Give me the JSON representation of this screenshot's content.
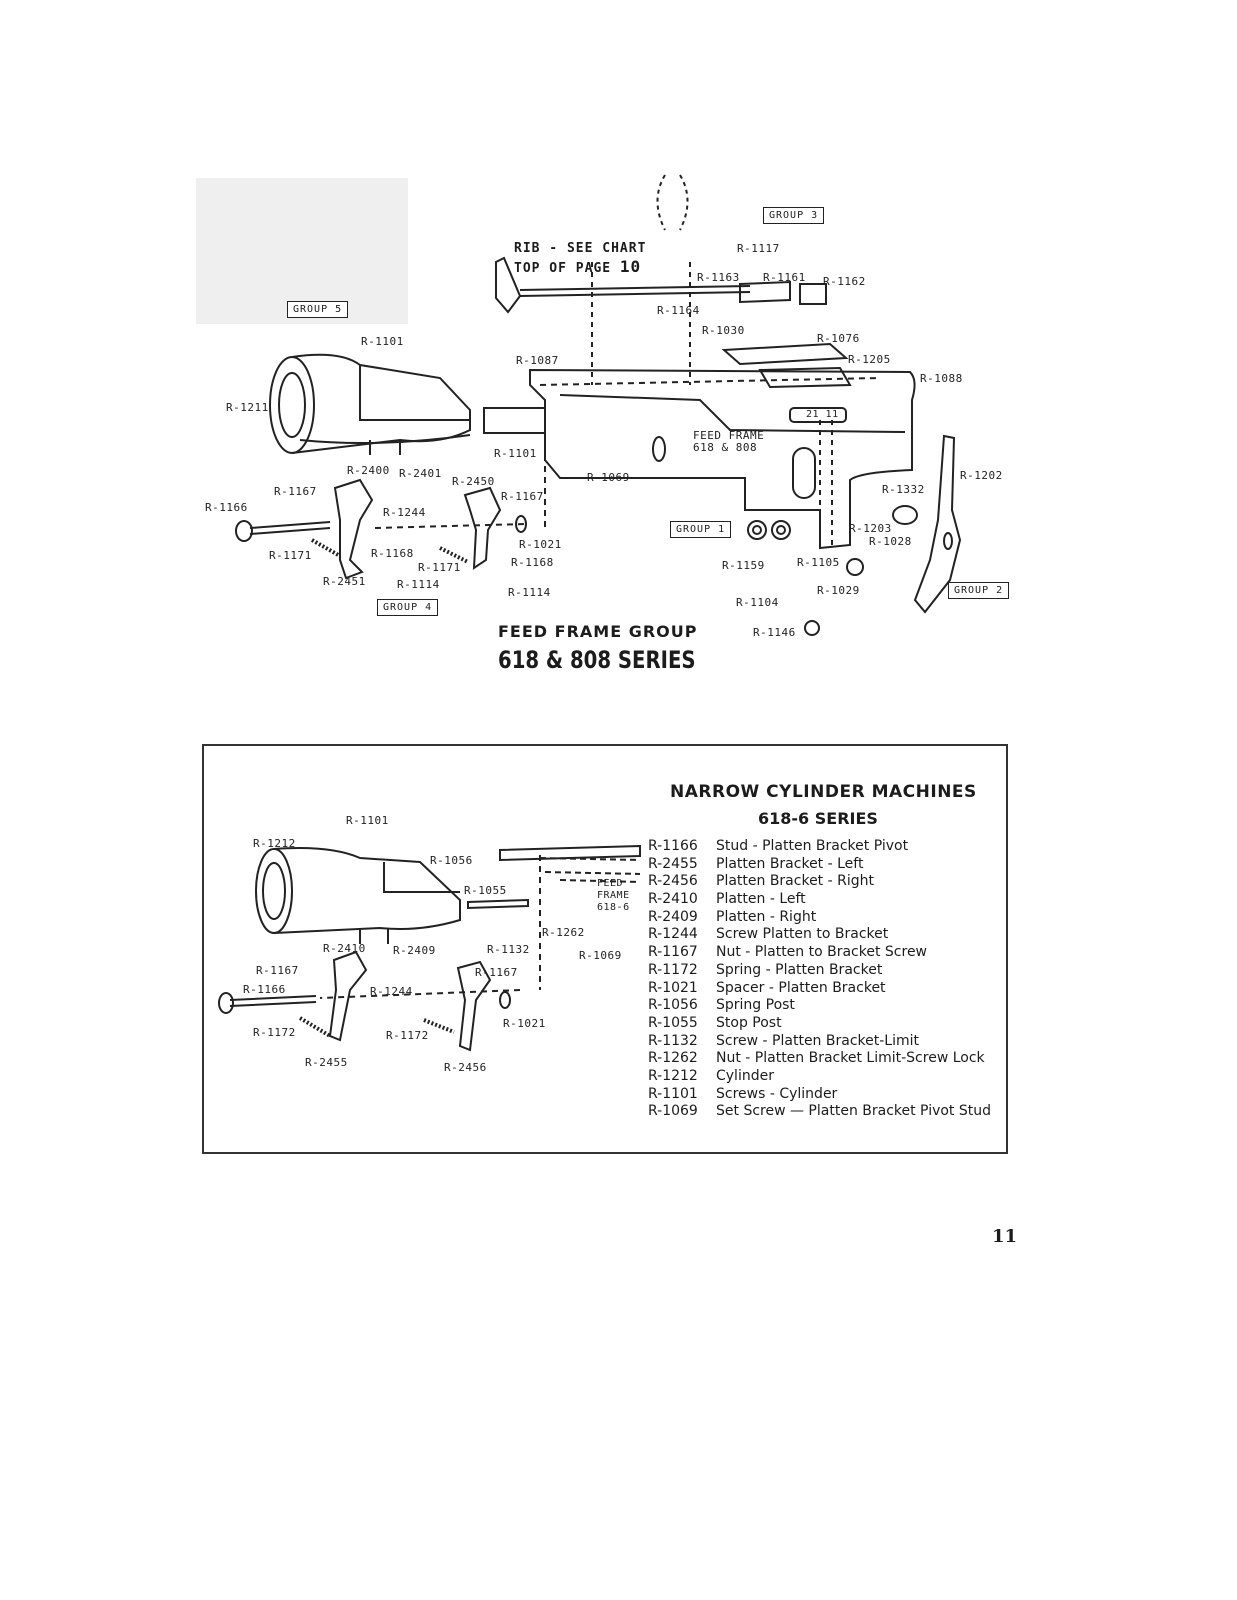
{
  "upper": {
    "rib_note": {
      "line1": "RIB - SEE CHART",
      "line2_prefix": "TOP OF PAGE ",
      "line2_page": "10"
    },
    "groups": [
      "GROUP 3",
      "GROUP 5",
      "GROUP 1",
      "GROUP 4",
      "GROUP 2"
    ],
    "feed_frame_label": {
      "line1": "FEED FRAME",
      "line2": "618 & 808"
    },
    "parts": [
      "R-1117",
      "R-1163",
      "R-1161",
      "R-1162",
      "R-1164",
      "R-1030",
      "R-1076",
      "R-1205",
      "R-1087",
      "R-1088",
      "R-1101",
      "R-1211",
      "R-1101",
      "R-1069",
      "R-2400",
      "R-2401",
      "R-2450",
      "R-1167",
      "R-1167",
      "R-1166",
      "R-1244",
      "R-1021",
      "R-1171",
      "R-1168",
      "R-1171",
      "R-1168",
      "R-2451",
      "R-1114",
      "R-1114",
      "R-1202",
      "R-1332",
      "R-1203",
      "R-1028",
      "R-1159",
      "R-1105",
      "R-1029",
      "R-1104",
      "R-1146"
    ],
    "title": "FEED FRAME GROUP",
    "series": "618 & 808 SERIES",
    "badge": "21 11"
  },
  "lower": {
    "title": "NARROW CYLINDER MACHINES",
    "subtitle": "618-6 SERIES",
    "feed_frame_label": {
      "line1": "FEED",
      "line2": "FRAME",
      "line3": "618-6"
    },
    "parts": [
      "R-1101",
      "R-1212",
      "R-1056",
      "R-1055",
      "R-1262",
      "R-1069",
      "R-2410",
      "R-2409",
      "R-1132",
      "R-1167",
      "R-1167",
      "R-1166",
      "R-1244",
      "R-1021",
      "R-1172",
      "R-1172",
      "R-2455",
      "R-2456"
    ],
    "legend": [
      {
        "part": "R-1166",
        "desc": "Stud - Platten Bracket Pivot"
      },
      {
        "part": "R-2455",
        "desc": "Platten Bracket - Left"
      },
      {
        "part": "R-2456",
        "desc": "Platten Bracket - Right"
      },
      {
        "part": "R-2410",
        "desc": "Platten - Left"
      },
      {
        "part": "R-2409",
        "desc": "Platten - Right"
      },
      {
        "part": "R-1244",
        "desc": "Screw Platten to Bracket"
      },
      {
        "part": "R-1167",
        "desc": "Nut - Platten to Bracket Screw"
      },
      {
        "part": "R-1172",
        "desc": "Spring - Platten Bracket"
      },
      {
        "part": "R-1021",
        "desc": "Spacer - Platten Bracket"
      },
      {
        "part": "R-1056",
        "desc": "Spring Post"
      },
      {
        "part": "R-1055",
        "desc": "Stop Post"
      },
      {
        "part": "R-1132",
        "desc": "Screw - Platten Bracket-Limit"
      },
      {
        "part": "R-1262",
        "desc": "Nut - Platten Bracket Limit-Screw Lock"
      },
      {
        "part": "R-1212",
        "desc": "Cylinder"
      },
      {
        "part": "R-1101",
        "desc": "Screws - Cylinder"
      },
      {
        "part": "R-1069",
        "desc": "Set Screw — Platten Bracket Pivot Stud"
      }
    ]
  },
  "page_number": "11"
}
